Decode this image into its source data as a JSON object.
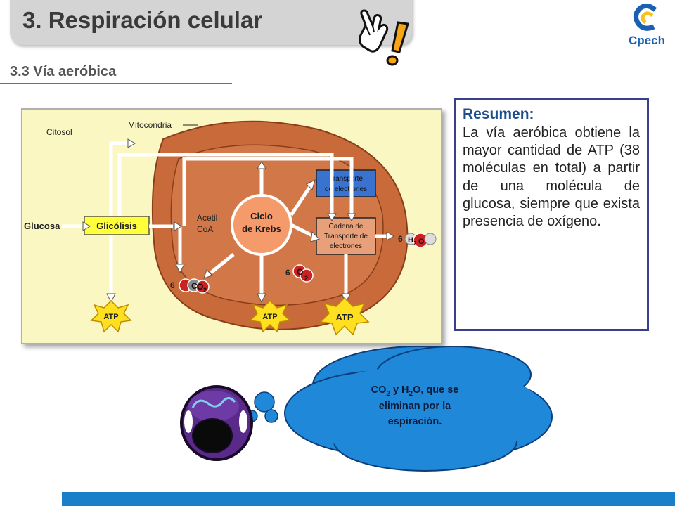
{
  "header": {
    "title": "3. Respiración celular",
    "subtitle": "3.3 Vía aeróbica"
  },
  "logo": {
    "text": "Cpech"
  },
  "diagram": {
    "labels": {
      "citosol": "Citosol",
      "mitocondria": "Mitocondria",
      "glucosa": "Glucosa",
      "glicolisis": "Glicólisis",
      "acetil": "Acetil",
      "coa": "CoA",
      "ciclo": "Ciclo",
      "krebs": "de Krebs",
      "transporte1": "Transporte",
      "transporte2": "de electrones",
      "cadena1": "Cadena de",
      "cadena2": "Transporte de",
      "cadena3": "electrones",
      "atp": "ATP",
      "six": "6",
      "h": "H",
      "two": "2",
      "o": "O",
      "c": "C"
    }
  },
  "resumen": {
    "title": "Resumen:",
    "body": "La vía aeróbica obtiene la mayor cantidad de ATP (38 moléculas en total) a partir de una molécula de glucosa, siempre que exista presencia de oxígeno."
  },
  "thought": {
    "co": "CO",
    "sub2": "2",
    "y_h": " y H",
    "sub2b": "2",
    "rest1": "O, que se",
    "rest2": "eliminan por la",
    "rest3": "espiración."
  },
  "colors": {
    "accent": "#1a7fc9",
    "cloud": "#1f88d8",
    "mito": "#c96a3a",
    "krebs": "#f59a6a",
    "glicolisis": "#ffff3a",
    "transporte": "#3a72d0",
    "atp": "#ffe020",
    "resumen_border": "#3a3f8c"
  }
}
